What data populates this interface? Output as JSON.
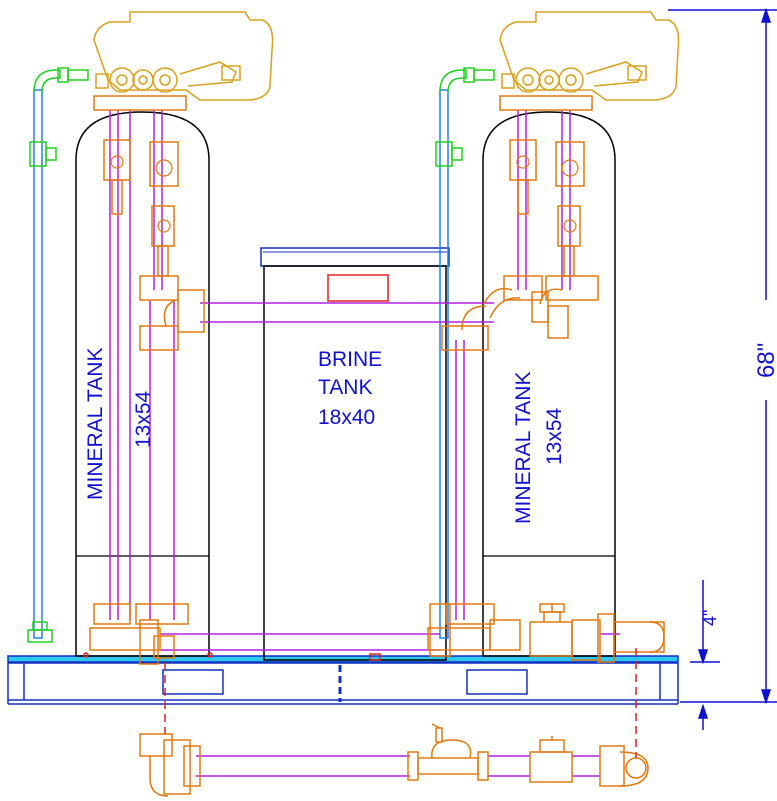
{
  "labels": {
    "left_tank_name": "MINERAL TANK",
    "left_tank_size": "13x54",
    "right_tank_name": "MINERAL TANK",
    "right_tank_size": "13x54",
    "brine_line1": "BRINE",
    "brine_line2": "TANK",
    "brine_size": "18x40",
    "dim_height": "68\"",
    "dim_base": "4\""
  },
  "colors": {
    "outline": "#000000",
    "fitting": "#e07a10",
    "valve_head": "#d9a020",
    "pipe": "#b020e0",
    "dimension": "#1010d0",
    "bypass": "#2080f0",
    "green_fitting": "#20d020",
    "red": "#e02020",
    "skid": "#1030c0",
    "pad": "#30c8f0"
  }
}
